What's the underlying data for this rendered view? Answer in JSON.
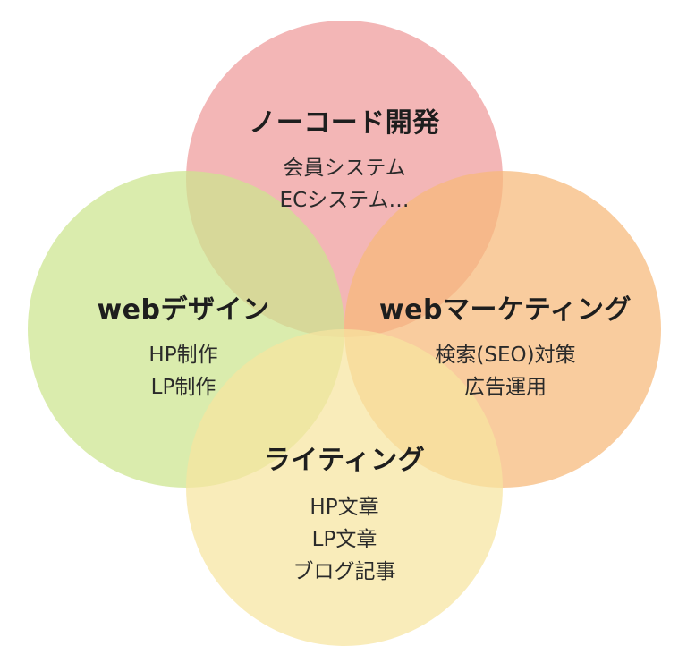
{
  "diagram": {
    "top": {
      "title": "ノーコード開発",
      "items": [
        "会員システム",
        "ECシステム…"
      ],
      "color": "#ee9a9a"
    },
    "left": {
      "title": "webデザイン",
      "items": [
        "HP制作",
        "LP制作"
      ],
      "color": "#cce58e"
    },
    "right": {
      "title": "webマーケティング",
      "items": [
        "検索(SEO)対策",
        "広告運用"
      ],
      "color": "#f6b878"
    },
    "bottom": {
      "title": "ライティング",
      "items": [
        "HP文章",
        "LP文章",
        "ブログ記事"
      ],
      "color": "#f6e4a0"
    }
  }
}
